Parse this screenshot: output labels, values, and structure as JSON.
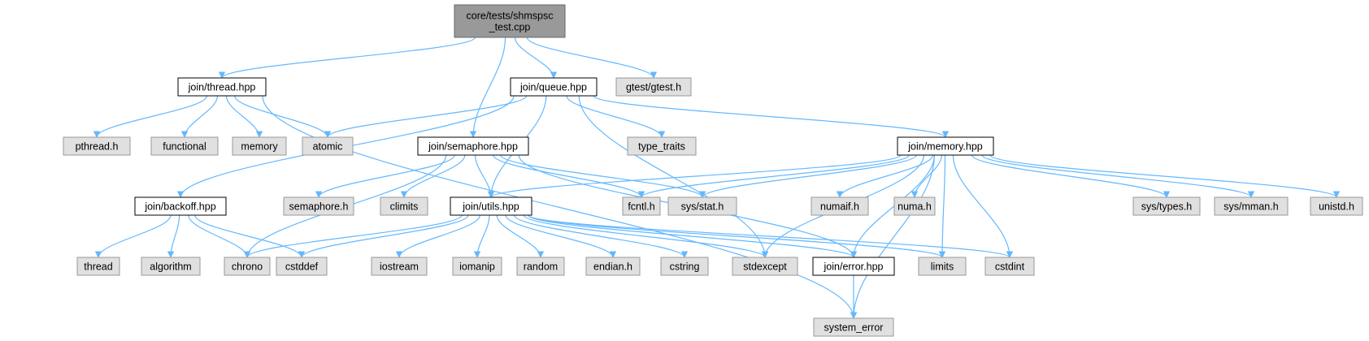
{
  "graph": {
    "nodes": [
      {
        "id": "root",
        "lines": [
          "core/tests/shmspsc",
          "_test.cpp"
        ],
        "kind": "root"
      },
      {
        "id": "thread_hpp",
        "lines": [
          "join/thread.hpp"
        ],
        "kind": "doc"
      },
      {
        "id": "queue_hpp",
        "lines": [
          "join/queue.hpp"
        ],
        "kind": "doc"
      },
      {
        "id": "gtest",
        "lines": [
          "gtest/gtest.h"
        ],
        "kind": "ext"
      },
      {
        "id": "pthread",
        "lines": [
          "pthread.h"
        ],
        "kind": "ext"
      },
      {
        "id": "functional",
        "lines": [
          "functional"
        ],
        "kind": "ext"
      },
      {
        "id": "memory",
        "lines": [
          "memory"
        ],
        "kind": "ext"
      },
      {
        "id": "atomic",
        "lines": [
          "atomic"
        ],
        "kind": "ext"
      },
      {
        "id": "semaphore_hpp",
        "lines": [
          "join/semaphore.hpp"
        ],
        "kind": "doc"
      },
      {
        "id": "type_traits",
        "lines": [
          "type_traits"
        ],
        "kind": "ext"
      },
      {
        "id": "memory_hpp",
        "lines": [
          "join/memory.hpp"
        ],
        "kind": "doc"
      },
      {
        "id": "backoff_hpp",
        "lines": [
          "join/backoff.hpp"
        ],
        "kind": "doc"
      },
      {
        "id": "semaphore_h",
        "lines": [
          "semaphore.h"
        ],
        "kind": "ext"
      },
      {
        "id": "climits",
        "lines": [
          "climits"
        ],
        "kind": "ext"
      },
      {
        "id": "utils_hpp",
        "lines": [
          "join/utils.hpp"
        ],
        "kind": "doc"
      },
      {
        "id": "fcntl",
        "lines": [
          "fcntl.h"
        ],
        "kind": "ext"
      },
      {
        "id": "sys_stat",
        "lines": [
          "sys/stat.h"
        ],
        "kind": "ext"
      },
      {
        "id": "numaif",
        "lines": [
          "numaif.h"
        ],
        "kind": "ext"
      },
      {
        "id": "numa",
        "lines": [
          "numa.h"
        ],
        "kind": "ext"
      },
      {
        "id": "sys_types",
        "lines": [
          "sys/types.h"
        ],
        "kind": "ext"
      },
      {
        "id": "sys_mman",
        "lines": [
          "sys/mman.h"
        ],
        "kind": "ext"
      },
      {
        "id": "unistd",
        "lines": [
          "unistd.h"
        ],
        "kind": "ext"
      },
      {
        "id": "thread",
        "lines": [
          "thread"
        ],
        "kind": "ext"
      },
      {
        "id": "algorithm",
        "lines": [
          "algorithm"
        ],
        "kind": "ext"
      },
      {
        "id": "chrono",
        "lines": [
          "chrono"
        ],
        "kind": "ext"
      },
      {
        "id": "cstddef",
        "lines": [
          "cstddef"
        ],
        "kind": "ext"
      },
      {
        "id": "iostream",
        "lines": [
          "iostream"
        ],
        "kind": "ext"
      },
      {
        "id": "iomanip",
        "lines": [
          "iomanip"
        ],
        "kind": "ext"
      },
      {
        "id": "random",
        "lines": [
          "random"
        ],
        "kind": "ext"
      },
      {
        "id": "endian",
        "lines": [
          "endian.h"
        ],
        "kind": "ext"
      },
      {
        "id": "cstring",
        "lines": [
          "cstring"
        ],
        "kind": "ext"
      },
      {
        "id": "stdexcept",
        "lines": [
          "stdexcept"
        ],
        "kind": "ext"
      },
      {
        "id": "error_hpp",
        "lines": [
          "join/error.hpp"
        ],
        "kind": "doc"
      },
      {
        "id": "limits",
        "lines": [
          "limits"
        ],
        "kind": "ext"
      },
      {
        "id": "cstdint",
        "lines": [
          "cstdint"
        ],
        "kind": "ext"
      },
      {
        "id": "system_error",
        "lines": [
          "system_error"
        ],
        "kind": "ext"
      }
    ],
    "edges": [
      [
        "root",
        "thread_hpp"
      ],
      [
        "root",
        "semaphore_hpp"
      ],
      [
        "root",
        "queue_hpp"
      ],
      [
        "root",
        "gtest"
      ],
      [
        "thread_hpp",
        "pthread"
      ],
      [
        "thread_hpp",
        "functional"
      ],
      [
        "thread_hpp",
        "memory"
      ],
      [
        "thread_hpp",
        "atomic"
      ],
      [
        "thread_hpp",
        "system_error"
      ],
      [
        "queue_hpp",
        "atomic"
      ],
      [
        "queue_hpp",
        "backoff_hpp"
      ],
      [
        "queue_hpp",
        "utils_hpp"
      ],
      [
        "queue_hpp",
        "type_traits"
      ],
      [
        "queue_hpp",
        "memory_hpp"
      ],
      [
        "queue_hpp",
        "stdexcept"
      ],
      [
        "semaphore_hpp",
        "chrono"
      ],
      [
        "semaphore_hpp",
        "semaphore_h"
      ],
      [
        "semaphore_hpp",
        "climits"
      ],
      [
        "semaphore_hpp",
        "utils_hpp"
      ],
      [
        "semaphore_hpp",
        "fcntl"
      ],
      [
        "semaphore_hpp",
        "sys_stat"
      ],
      [
        "semaphore_hpp",
        "error_hpp"
      ],
      [
        "memory_hpp",
        "utils_hpp"
      ],
      [
        "memory_hpp",
        "fcntl"
      ],
      [
        "memory_hpp",
        "sys_stat"
      ],
      [
        "memory_hpp",
        "numaif"
      ],
      [
        "memory_hpp",
        "numa"
      ],
      [
        "memory_hpp",
        "sys_types"
      ],
      [
        "memory_hpp",
        "sys_mman"
      ],
      [
        "memory_hpp",
        "unistd"
      ],
      [
        "memory_hpp",
        "stdexcept"
      ],
      [
        "memory_hpp",
        "error_hpp"
      ],
      [
        "memory_hpp",
        "limits"
      ],
      [
        "memory_hpp",
        "cstdint"
      ],
      [
        "memory_hpp",
        "system_error"
      ],
      [
        "backoff_hpp",
        "thread"
      ],
      [
        "backoff_hpp",
        "algorithm"
      ],
      [
        "backoff_hpp",
        "chrono"
      ],
      [
        "backoff_hpp",
        "cstddef"
      ],
      [
        "utils_hpp",
        "chrono"
      ],
      [
        "utils_hpp",
        "cstddef"
      ],
      [
        "utils_hpp",
        "iostream"
      ],
      [
        "utils_hpp",
        "iomanip"
      ],
      [
        "utils_hpp",
        "random"
      ],
      [
        "utils_hpp",
        "endian"
      ],
      [
        "utils_hpp",
        "cstring"
      ],
      [
        "utils_hpp",
        "stdexcept"
      ],
      [
        "utils_hpp",
        "error_hpp"
      ],
      [
        "utils_hpp",
        "limits"
      ],
      [
        "utils_hpp",
        "cstdint"
      ],
      [
        "error_hpp",
        "system_error"
      ]
    ]
  }
}
